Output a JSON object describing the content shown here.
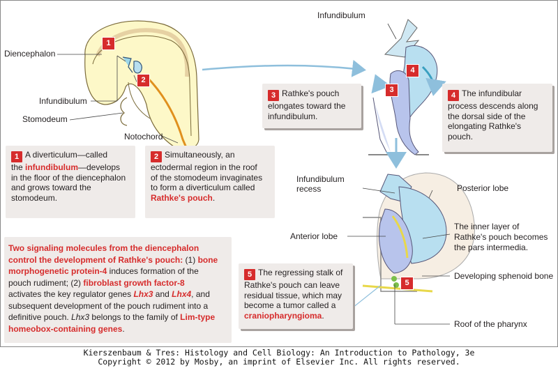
{
  "labels": {
    "diencephalon": "Diencephalon",
    "infundibulum_left": "Infundibulum",
    "stomodeum": "Stomodeum",
    "notochord": "Notochord",
    "infundibulum_top": "Infundibulum",
    "infundibulum_recess_1": "Infundibulum",
    "infundibulum_recess_2": "recess",
    "posterior_lobe": "Posterior lobe",
    "anterior_lobe": "Anterior lobe",
    "developing_sphenoid": "Developing sphenoid bone",
    "roof_pharynx": "Roof of the pharynx"
  },
  "badges": {
    "b1": "1",
    "b2": "2",
    "b3": "3",
    "b4": "4",
    "b5": "5"
  },
  "box1": {
    "badge": "1",
    "t1": "A diverticulum—called",
    "t2a": "the ",
    "t2b": "infundibulum",
    "t2c": "—develops",
    "t3": "in the floor of the diencephalon",
    "t4": "and grows toward the",
    "t5": "stomodeum."
  },
  "box2": {
    "badge": "2",
    "t1": "Simultaneously, an",
    "t2": "ectodermal region in the roof",
    "t3": "of the stomodeum invaginates",
    "t4": "to form a diverticulum called",
    "t5a": "Rathke's pouch",
    "t5b": "."
  },
  "box3": {
    "badge": "3",
    "t1": "Rathke's pouch",
    "t2": "elongates toward the",
    "t3": "infundibulum."
  },
  "box4": {
    "badge": "4",
    "t1": "The  infundibular",
    "t2": "process descends along",
    "t3": "the dorsal side of the",
    "t4": "elongating Rathke's",
    "t5": "pouch."
  },
  "box5": {
    "badge": "5",
    "t1": "The regressing stalk of",
    "t2": "Rathke's pouch can leave",
    "t3": "residual tissue, which may",
    "t4": "become a tumor called a",
    "t5a": "craniopharyngioma",
    "t5b": "."
  },
  "inner_layer": {
    "t1": "The inner layer of",
    "t2": "Rathke's pouch becomes",
    "t3": "the pars intermedia."
  },
  "signal": {
    "l1": "Two signaling molecules from the diencephalon",
    "l2a": "control the development of Rathke's pouch:",
    "l2b": " (1) ",
    "l2c": "bone",
    "l3a": "morphogenetic protein-4",
    "l3b": " induces formation of the",
    "l4": "pouch rudiment;  (2) ",
    "l4b": "fibroblast growth factor-8",
    "l5a": "activates the key regulator genes ",
    "l5b": "Lhx3",
    "l5c": " and ",
    "l5d": "Lhx4",
    ", ": "",
    "l5e": ", and",
    "l6": "subsequent development of the pouch rudiment into a",
    "l7a": "definitive pouch.  ",
    "l7b": "Lhx3",
    "l7c": " belongs to the family of ",
    "l7d": "Lim-type",
    "l8a": "homeobox-containing genes",
    "l8b": "."
  },
  "credit": {
    "line1": "Kierszenbaum & Tres: Histology and Cell Biology: An Introduction to Pathology, 3e",
    "line2": "Copyright © 2012 by Mosby, an imprint of Elsevier Inc. All rights reserved."
  },
  "colors": {
    "accent_red": "#d62c2c",
    "box_bg": "#efebe9",
    "tissue_yellow": "#fdf8c8",
    "pouch_blue": "#b8dff0",
    "arrow_blue": "#9fc7e0"
  }
}
